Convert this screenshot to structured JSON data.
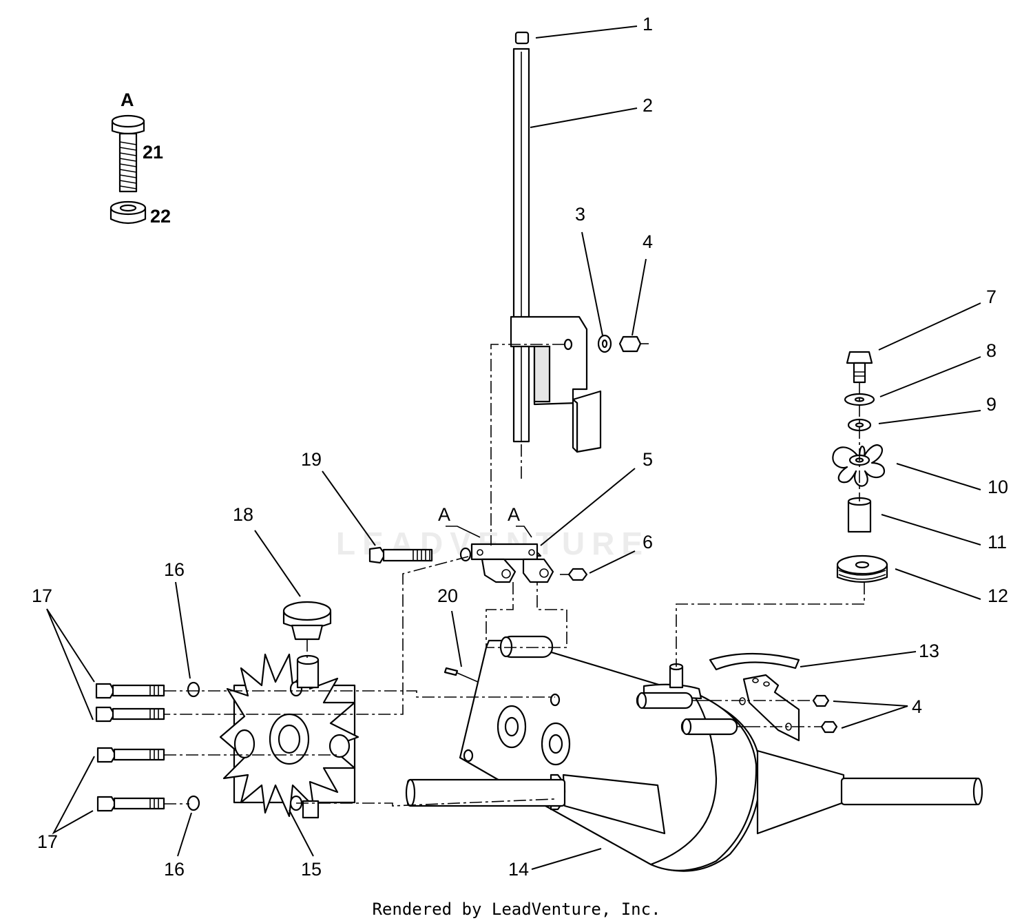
{
  "diagram": {
    "watermark": "LEADVENTURE",
    "callouts": {
      "c1": "1",
      "c2": "2",
      "c3": "3",
      "c4a": "4",
      "c4b": "4",
      "c5": "5",
      "c6": "6",
      "c7": "7",
      "c8": "8",
      "c9": "9",
      "c10": "10",
      "c11": "11",
      "c12": "12",
      "c13": "13",
      "c14": "14",
      "c15": "15",
      "c16a": "16",
      "c16b": "16",
      "c17a": "17",
      "c17b": "17",
      "c18": "18",
      "c19": "19",
      "c20": "20",
      "c21": "21",
      "c22": "22"
    },
    "detail_label": "A",
    "section_labels": {
      "left": "A",
      "right": "A"
    }
  },
  "footer": {
    "credit": "Rendered by LeadVenture, Inc."
  }
}
